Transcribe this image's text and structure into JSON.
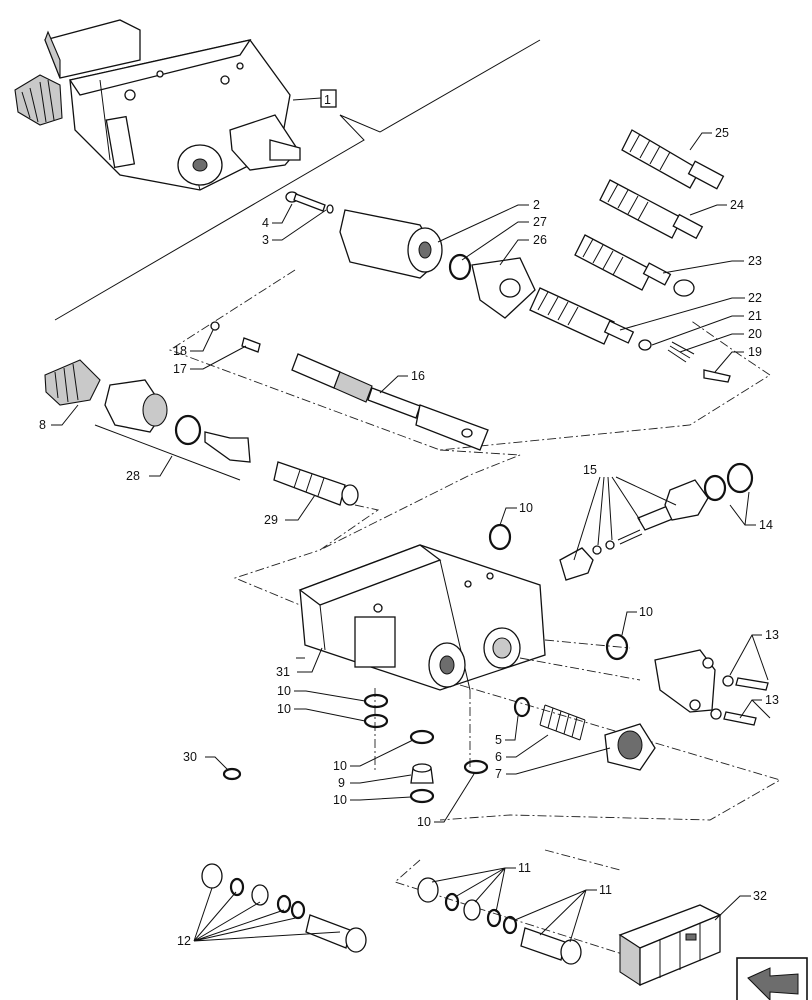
{
  "diagram": {
    "callouts": {
      "c1": "1",
      "c2": "2",
      "c3": "3",
      "c4": "4",
      "c5": "5",
      "c6": "6",
      "c7": "7",
      "c8": "8",
      "c9": "9",
      "c10a": "10",
      "c10b": "10",
      "c10c": "10",
      "c10d": "10",
      "c10e": "10",
      "c10f": "10",
      "c10g": "10",
      "c11a": "11",
      "c11b": "11",
      "c12": "12",
      "c13a": "13",
      "c13b": "13",
      "c14": "14",
      "c15": "15",
      "c16": "16",
      "c17": "17",
      "c18": "18",
      "c19": "19",
      "c20": "20",
      "c21": "21",
      "c22": "22",
      "c23": "23",
      "c24": "24",
      "c25": "25",
      "c26": "26",
      "c27": "27",
      "c28": "28",
      "c29": "29",
      "c30": "30",
      "c31": "31",
      "c32": "32"
    },
    "nav_icon": "arrow-back-icon"
  }
}
